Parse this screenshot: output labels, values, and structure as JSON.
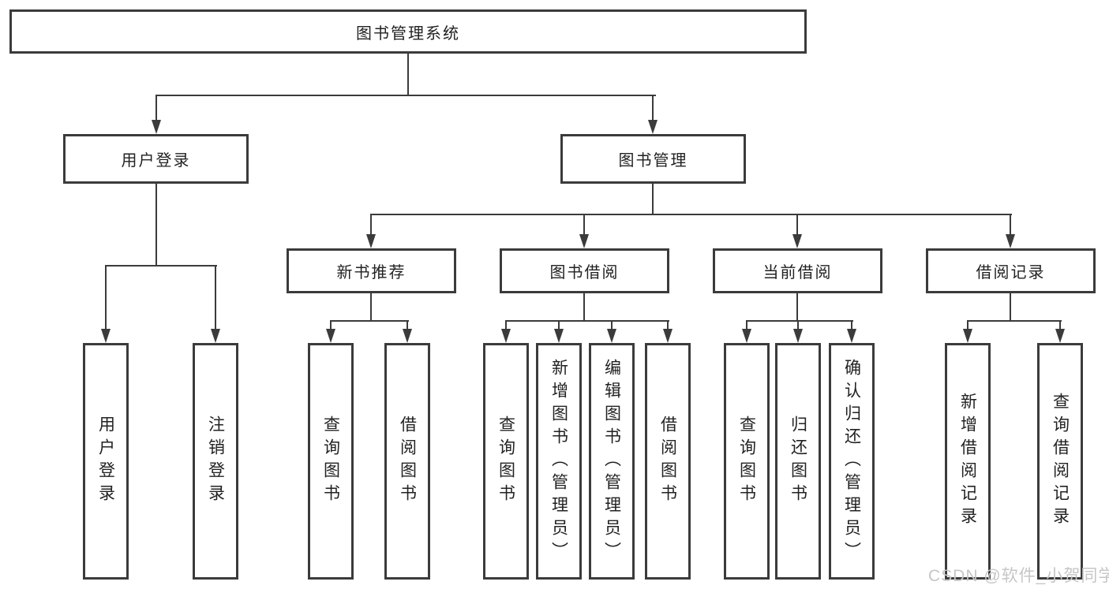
{
  "colors": {
    "line": "#3b3b3b",
    "text": "#222222",
    "watermark": "#c6c6c6",
    "background": "#ffffff"
  },
  "watermark": "CSDN @软件_小贺同学",
  "diagram": {
    "root": {
      "label": "图书管理系统"
    },
    "branches": [
      {
        "label": "用户登录",
        "children": [
          {
            "label": "用户登录"
          },
          {
            "label": "注销登录"
          }
        ]
      },
      {
        "label": "图书管理",
        "sections": [
          {
            "label": "新书推荐",
            "children": [
              {
                "label": "查询图书"
              },
              {
                "label": "借阅图书"
              }
            ]
          },
          {
            "label": "图书借阅",
            "children": [
              {
                "label": "查询图书"
              },
              {
                "label": "新增图书（管理员）"
              },
              {
                "label": "编辑图书（管理员）"
              },
              {
                "label": "借阅图书"
              }
            ]
          },
          {
            "label": "当前借阅",
            "children": [
              {
                "label": "查询图书"
              },
              {
                "label": "归还图书"
              },
              {
                "label": "确认归还（管理员）"
              }
            ]
          },
          {
            "label": "借阅记录",
            "children": [
              {
                "label": "新增借阅记录"
              },
              {
                "label": "查询借阅记录"
              }
            ]
          }
        ]
      }
    ]
  }
}
